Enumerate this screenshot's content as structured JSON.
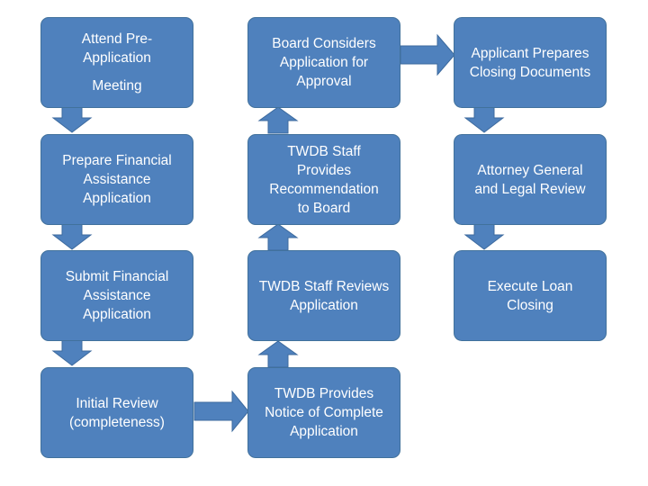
{
  "flowchart": {
    "column_1": {
      "attend_pre_application": [
        "Attend Pre-",
        "Application",
        "Meeting"
      ],
      "prepare_application": [
        "Prepare Financial",
        "Assistance",
        "Application"
      ],
      "submit_application": [
        "Submit Financial",
        "Assistance",
        "Application"
      ],
      "initial_review": [
        "Initial Review",
        "(completeness)"
      ]
    },
    "column_2": {
      "notice_of_complete": [
        "TWDB Provides",
        "Notice of Complete",
        "Application"
      ],
      "staff_reviews": [
        "TWDB Staff Reviews",
        "Application"
      ],
      "staff_recommendation": [
        "TWDB Staff",
        "Provides",
        "Recommendation",
        "to Board"
      ],
      "board_considers": [
        "Board Considers",
        "Application for",
        "Approval"
      ]
    },
    "column_3": {
      "closing_documents": [
        "Applicant Prepares",
        "Closing Documents"
      ],
      "legal_review": [
        "Attorney General",
        "and Legal Review"
      ],
      "execute_closing": [
        "Execute Loan",
        "Closing"
      ]
    },
    "colors": {
      "box_fill": "#4f81bd",
      "box_border": "#41719c",
      "arrow_fill": "#4f81bd",
      "text": "#ffffff"
    }
  }
}
